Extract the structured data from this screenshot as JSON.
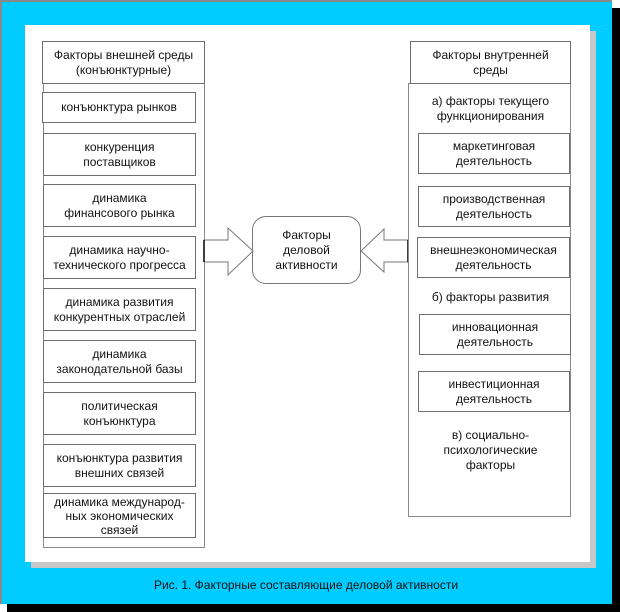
{
  "caption": "Рис. 1. Факторные составляющие деловой активности",
  "center": {
    "label": "Факторы\nделовой\nактивности"
  },
  "external": {
    "header": "Факторы внешней среды\n(конъюнктурные)",
    "items": [
      "конъюнктура рынков",
      "конкуренция\nпоставщиков",
      "динамика\nфинансового рынка",
      "динамика научно-\nтехнического прогресса",
      "динамика развития\nконкурентных отраслей",
      "динамика\nзаконодательной базы",
      "политическая\nконъюнктура",
      "конъюнктура развития\nвнешних связей",
      "динамика международ-\nных экономических\nсвязей"
    ]
  },
  "internal": {
    "header": "Факторы внутренней\nсреды",
    "group_a": {
      "label": "а) факторы текущего\nфункционирования",
      "items": [
        "маркетинговая\nдеятельность",
        "производственная\nдеятельность",
        "внешнеэкономическая\nдеятельность"
      ]
    },
    "group_b": {
      "label": "б) факторы развития",
      "items": [
        "инновационная\nдеятельность",
        "инвестиционная\nдеятельность"
      ]
    },
    "group_c": {
      "label": "в) социально-\nпсихологические\nфакторы"
    }
  },
  "colors": {
    "frame": "#00ccff",
    "panel": "#ffffff",
    "shadow": "#c8c8c8"
  }
}
